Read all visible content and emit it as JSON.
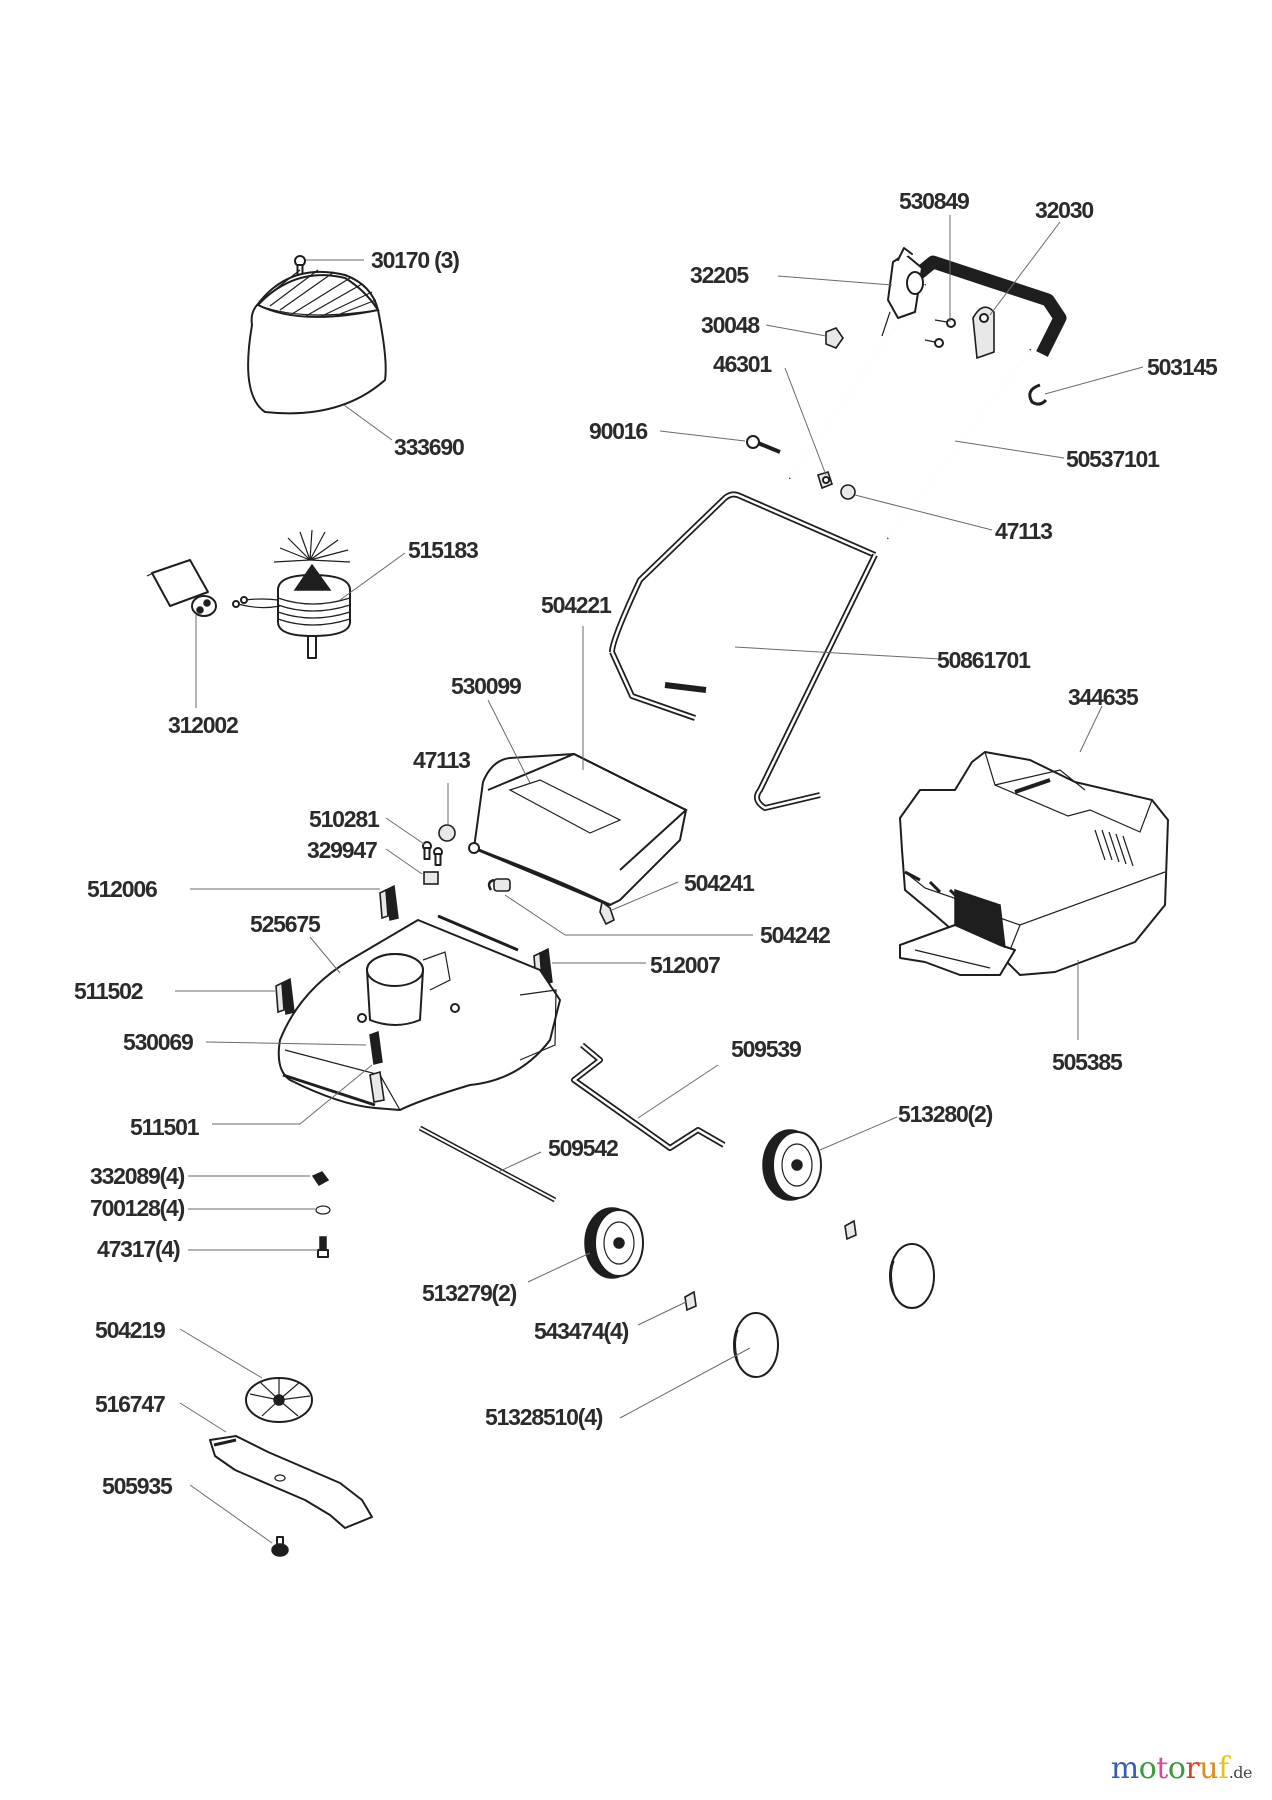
{
  "diagram": {
    "type": "exploded-parts-diagram",
    "subject": "electric lawn mower",
    "parts": [
      {
        "id": "p30170",
        "label": "30170 (3)",
        "name": "screw",
        "qty": 3
      },
      {
        "id": "p333690",
        "label": "333690",
        "name": "motor cover"
      },
      {
        "id": "p515183",
        "label": "515183",
        "name": "motor"
      },
      {
        "id": "p312002",
        "label": "312002",
        "name": "capacitor"
      },
      {
        "id": "p530849",
        "label": "530849",
        "name": "screw"
      },
      {
        "id": "p32030",
        "label": "32030",
        "name": "cable clip"
      },
      {
        "id": "p32205",
        "label": "32205",
        "name": "switch box"
      },
      {
        "id": "p30048",
        "label": "30048",
        "name": "nut"
      },
      {
        "id": "p46301",
        "label": "46301",
        "name": "nut"
      },
      {
        "id": "p503145",
        "label": "503145",
        "name": "cable hook"
      },
      {
        "id": "p90016",
        "label": "90016",
        "name": "bolt"
      },
      {
        "id": "p50537101",
        "label": "50537101",
        "name": "upper handle"
      },
      {
        "id": "p47113a",
        "label": "47113",
        "name": "knob nut"
      },
      {
        "id": "p50861701",
        "label": "50861701",
        "name": "lower handle"
      },
      {
        "id": "p504221",
        "label": "504221",
        "name": "rear flap"
      },
      {
        "id": "p530099",
        "label": "530099",
        "name": "label"
      },
      {
        "id": "p344635",
        "label": "344635",
        "name": "grass bag top"
      },
      {
        "id": "p47113b",
        "label": "47113",
        "name": "knob nut"
      },
      {
        "id": "p510281",
        "label": "510281",
        "name": "screw"
      },
      {
        "id": "p329947",
        "label": "329947",
        "name": "clamp"
      },
      {
        "id": "p512006",
        "label": "512006",
        "name": "clip"
      },
      {
        "id": "p504241",
        "label": "504241",
        "name": "flap axle"
      },
      {
        "id": "p504242",
        "label": "504242",
        "name": "spring"
      },
      {
        "id": "p525675",
        "label": "525675",
        "name": "housing"
      },
      {
        "id": "p512007",
        "label": "512007",
        "name": "clip"
      },
      {
        "id": "p511502",
        "label": "511502",
        "name": "clip"
      },
      {
        "id": "p530069",
        "label": "530069",
        "name": "clip"
      },
      {
        "id": "p511501",
        "label": "511501",
        "name": "clip"
      },
      {
        "id": "p505385",
        "label": "505385",
        "name": "grass box"
      },
      {
        "id": "p509539",
        "label": "509539",
        "name": "rear axle"
      },
      {
        "id": "p513280",
        "label": "513280(2)",
        "name": "rear wheel",
        "qty": 2
      },
      {
        "id": "p509542",
        "label": "509542",
        "name": "front axle"
      },
      {
        "id": "p332089",
        "label": "332089(4)",
        "name": "nut",
        "qty": 4
      },
      {
        "id": "p700128",
        "label": "700128(4)",
        "name": "washer",
        "qty": 4
      },
      {
        "id": "p47317",
        "label": "47317(4)",
        "name": "screw",
        "qty": 4
      },
      {
        "id": "p513279",
        "label": "513279(2)",
        "name": "front wheel",
        "qty": 2
      },
      {
        "id": "p543474",
        "label": "543474(4)",
        "name": "nut",
        "qty": 4
      },
      {
        "id": "p504219",
        "label": "504219",
        "name": "fan"
      },
      {
        "id": "p51328510",
        "label": "51328510(4)",
        "name": "hub cap",
        "qty": 4
      },
      {
        "id": "p516747",
        "label": "516747",
        "name": "blade"
      },
      {
        "id": "p505935",
        "label": "505935",
        "name": "blade bolt"
      }
    ]
  },
  "watermark": {
    "letters": [
      "m",
      "o",
      "t",
      "o",
      "r",
      "u",
      "f"
    ],
    "colors": [
      "#3b5bb5",
      "#3b9a3b",
      "#d94a9a",
      "#3b9a3b",
      "#e0402a",
      "#e08a1e",
      "#e8c21e"
    ],
    "tld": ".de"
  }
}
